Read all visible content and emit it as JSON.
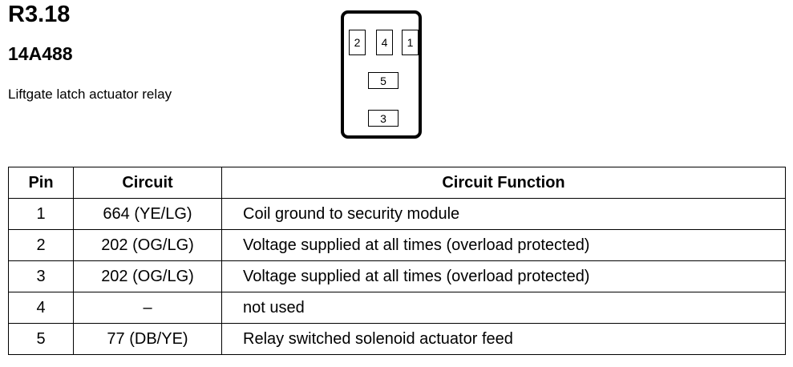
{
  "header": {
    "title": "R3.18",
    "part_number": "14A488",
    "description": "Liftgate latch actuator relay"
  },
  "connector": {
    "pins": [
      "2",
      "4",
      "1",
      "5",
      "3"
    ]
  },
  "table": {
    "headers": [
      "Pin",
      "Circuit",
      "Circuit Function"
    ],
    "rows": [
      {
        "pin": "1",
        "circuit": "664 (YE/LG)",
        "function": "Coil ground to security module"
      },
      {
        "pin": "2",
        "circuit": "202 (OG/LG)",
        "function": "Voltage supplied at all times (overload protected)"
      },
      {
        "pin": "3",
        "circuit": "202 (OG/LG)",
        "function": "Voltage supplied at all times (overload protected)"
      },
      {
        "pin": "4",
        "circuit": "–",
        "function": "not used"
      },
      {
        "pin": "5",
        "circuit": "77 (DB/YE)",
        "function": "Relay switched solenoid actuator feed"
      }
    ]
  }
}
